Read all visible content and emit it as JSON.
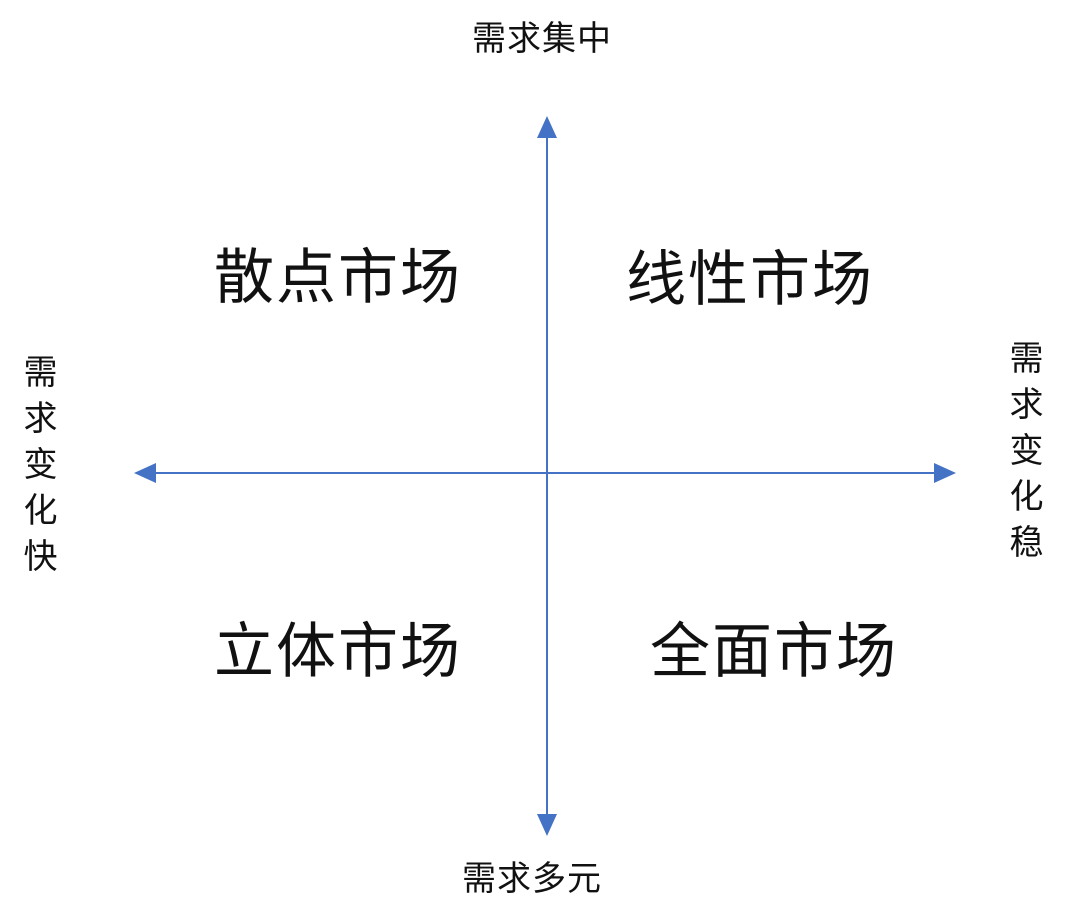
{
  "colors": {
    "axis": "#4472C4",
    "text": "#111111",
    "background": "#ffffff"
  },
  "axes": {
    "top": "需求集中",
    "bottom": "需求多元",
    "left": "需求变化快",
    "right": "需求变化稳"
  },
  "quadrants": {
    "top_left": "散点市场",
    "top_right": "线性市场",
    "bottom_left": "立体市场",
    "bottom_right": "全面市场"
  }
}
